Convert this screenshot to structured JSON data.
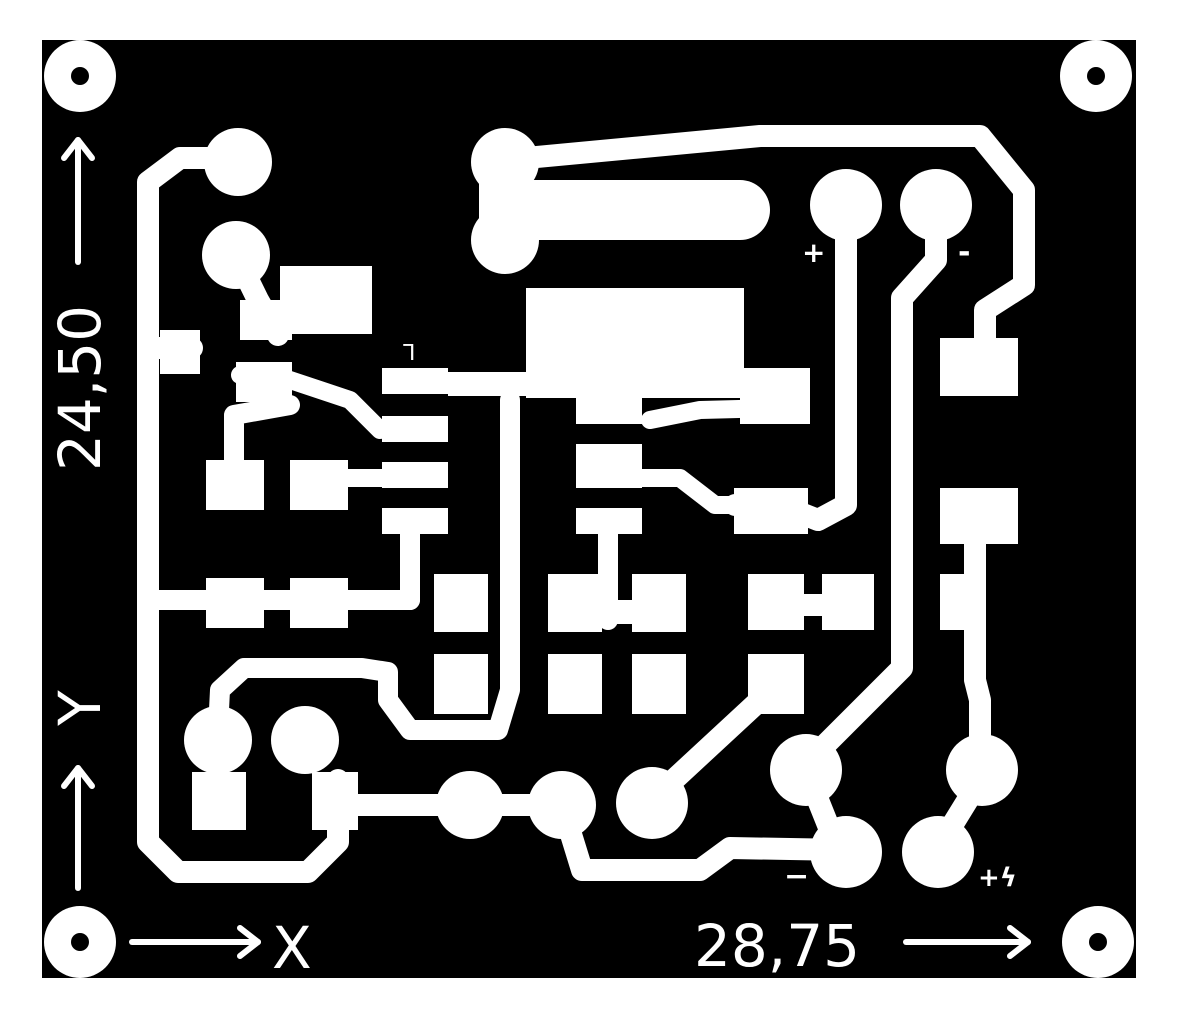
{
  "board": {
    "background_color": "#000000",
    "copper_color": "#ffffff"
  },
  "labels": {
    "height_dimension": "24,50",
    "width_dimension": "28,75",
    "x_axis": "X",
    "y_axis": "Y",
    "plus_top": "+",
    "minus_top": "-",
    "minus_bottom": "−",
    "plus_power_bottom": "+ϟ",
    "pin_one_mark": "ᒣ"
  }
}
